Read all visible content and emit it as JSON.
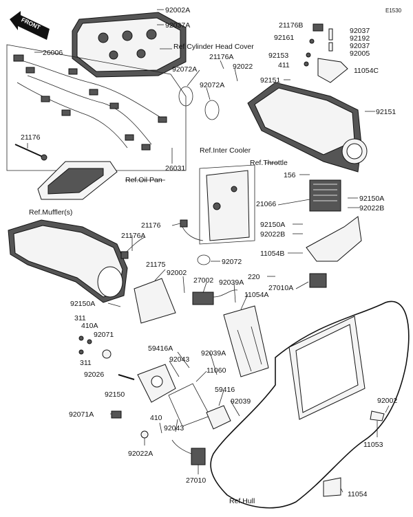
{
  "diagram_code": "E1530",
  "front_arrow": "FRONT",
  "refs": {
    "cyl_head": "Ref.Cylinder Head Cover",
    "oil_pan": "Ref.Oil Pan",
    "inter_cooler": "Ref.Inter Cooler",
    "throttle": "Ref.Throttle",
    "muffler": "Ref.Muffler(s)",
    "hull": "Ref.Hull"
  },
  "parts": {
    "p92002A": "92002A",
    "p92037A": "92037A",
    "p26006": "26006",
    "p92072A_1": "92072A",
    "p21176A_1": "21176A",
    "p92022": "92022",
    "p92072A_2": "92072A",
    "p21176B": "21176B",
    "p92037_1": "92037",
    "p92161": "92161",
    "p92192": "92192",
    "p92037_2": "92037",
    "p92153": "92153",
    "p92005": "92005",
    "p411": "411",
    "p11054C": "11054C",
    "p92151_1": "92151",
    "p92151_2": "92151",
    "p21176_1": "21176",
    "p26031": "26031",
    "p156": "156",
    "p21066": "21066",
    "p92150A_1": "92150A",
    "p92022B_1": "92022B",
    "p92150A_2": "92150A",
    "p92022B_2": "92022B",
    "p11054B": "11054B",
    "p21176_2": "21176",
    "p21176A_2": "21176A",
    "p92072": "92072",
    "p220": "220",
    "p27010A": "27010A",
    "p21175": "21175",
    "p92002": "92002",
    "p27002": "27002",
    "p92039A_1": "92039A",
    "p11054A": "11054A",
    "p92150A_3": "92150A",
    "p311_1": "311",
    "p410A": "410A",
    "p92071": "92071",
    "p311_2": "311",
    "p92026": "92026",
    "p59416A": "59416A",
    "p92043_1": "92043",
    "p92039A_2": "92039A",
    "p11060": "11060",
    "p92150": "92150",
    "p59416": "59416",
    "p92039": "92039",
    "p92071A": "92071A",
    "p92002_2": "92002",
    "p410": "410",
    "p92043_2": "92043",
    "p11053": "11053",
    "p92022A": "92022A",
    "p27010": "27010",
    "p11054": "11054"
  }
}
